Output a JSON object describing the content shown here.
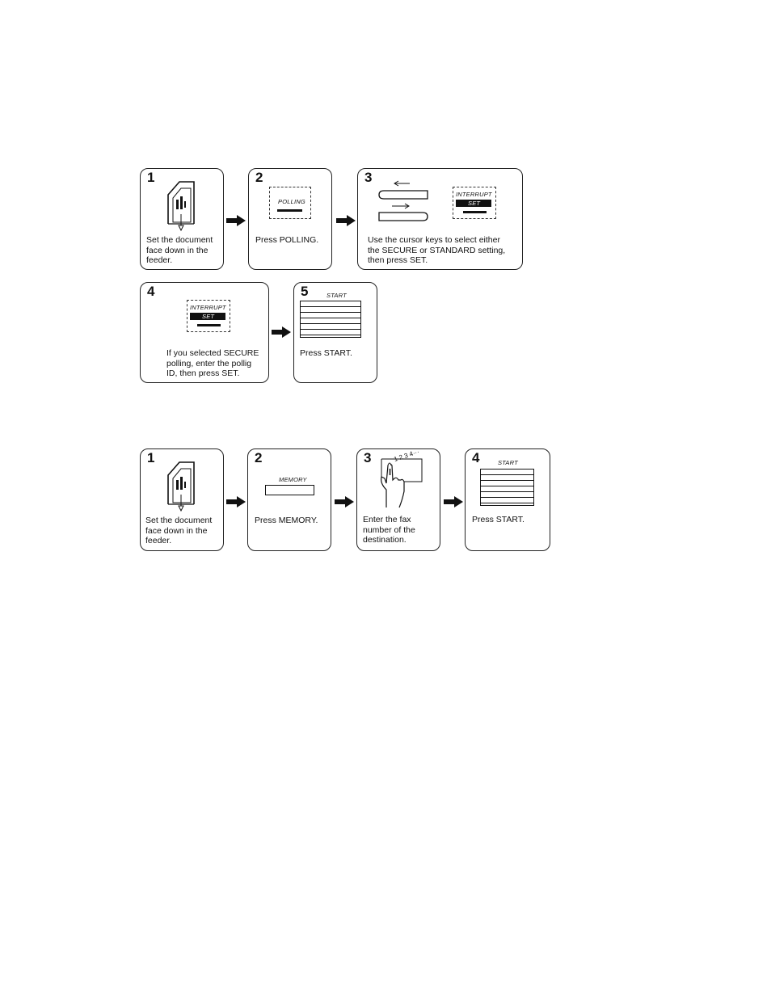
{
  "sequence_polling": {
    "steps": [
      {
        "number": "1",
        "caption": "Set the document\nface down in the\nfeeder."
      },
      {
        "number": "2",
        "key_label": "POLLING",
        "caption": "Press POLLING."
      },
      {
        "number": "3",
        "key_label_top": "INTERRUPT",
        "key_label_bottom": "SET",
        "caption": "Use the cursor keys to select either\nthe SECURE or STANDARD setting,\nthen press SET."
      },
      {
        "number": "4",
        "key_label_top": "INTERRUPT",
        "key_label_bottom": "SET",
        "caption": "If you selected SECURE\npolling, enter the pollig\nID, then press SET."
      },
      {
        "number": "5",
        "key_label": "START",
        "caption": "Press START."
      }
    ]
  },
  "sequence_memory": {
    "steps": [
      {
        "number": "1",
        "caption": "Set the document\nface down in the\nfeeder."
      },
      {
        "number": "2",
        "key_label": "MEMORY",
        "caption": "Press MEMORY."
      },
      {
        "number": "3",
        "digits": "1 2 3 4···",
        "caption": "Enter the fax\nnumber of the\ndestination."
      },
      {
        "number": "4",
        "key_label": "START",
        "caption": "Press START."
      }
    ]
  },
  "icons": {
    "arrow": "arrow-right-icon",
    "document": "document-feeder-icon",
    "finger": "finger-press-icon"
  }
}
